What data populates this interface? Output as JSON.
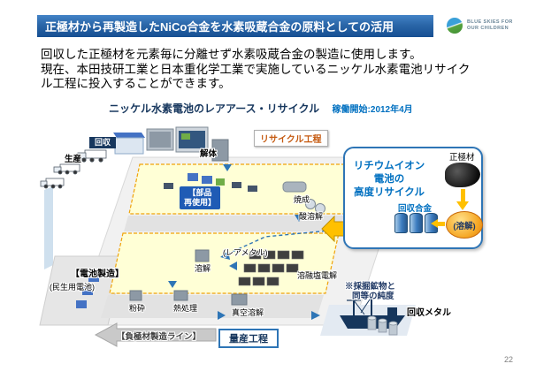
{
  "header": {
    "title": "正極材から再製造したNiCo合金を水素吸蔵合金の原料としての活用"
  },
  "logo": {
    "line1": "BLUE SKIES FOR",
    "line2": "OUR CHILDREN"
  },
  "body": {
    "line1": "回収した正極材を元素毎に分離せず水素吸蔵合金の製造に使用します。",
    "line2": "現在、本田技研工業と日本重化学工業で実施しているニッケル水素電池リサイク",
    "line3": "ル工程に投入することができます。"
  },
  "diagram": {
    "title": "ニッケル水素電池のレアアース・リサイクル",
    "start_note": "稼働開始:2012年4月",
    "labels": {
      "collection": "回収",
      "production": "生産",
      "dismantle": "解体",
      "recycle_process": "リサイクル工程",
      "parts_reuse_1": "【部品",
      "parts_reuse_2": "再使用】",
      "calcination": "焼成",
      "acid_dissolution": "酸溶解",
      "rare_metal": "(レアメタル)",
      "melting": "溶解",
      "molten_salt_electrolysis": "溶融塩電解",
      "battery_manufacturing": "【電池製造】",
      "consumer_battery": "(民生用電池)",
      "crushing": "粉砕",
      "heat_treatment": "熱処理",
      "vacuum_melting": "真空溶解",
      "anode_line": "【負極材製造ライン】",
      "mass_production": "量産工程",
      "purity_note_1": "※採掘鉱物と",
      "purity_note_2": "同等の純度",
      "recovered_metal": "回収メタル"
    }
  },
  "callout": {
    "title_line1": "リチウムイオン",
    "title_line2": "電池の",
    "title_line3": "高度リサイクル",
    "cathode": "正極材",
    "recovered_alloy": "回収合金",
    "melt": "(溶解)"
  },
  "page_number": "22"
}
